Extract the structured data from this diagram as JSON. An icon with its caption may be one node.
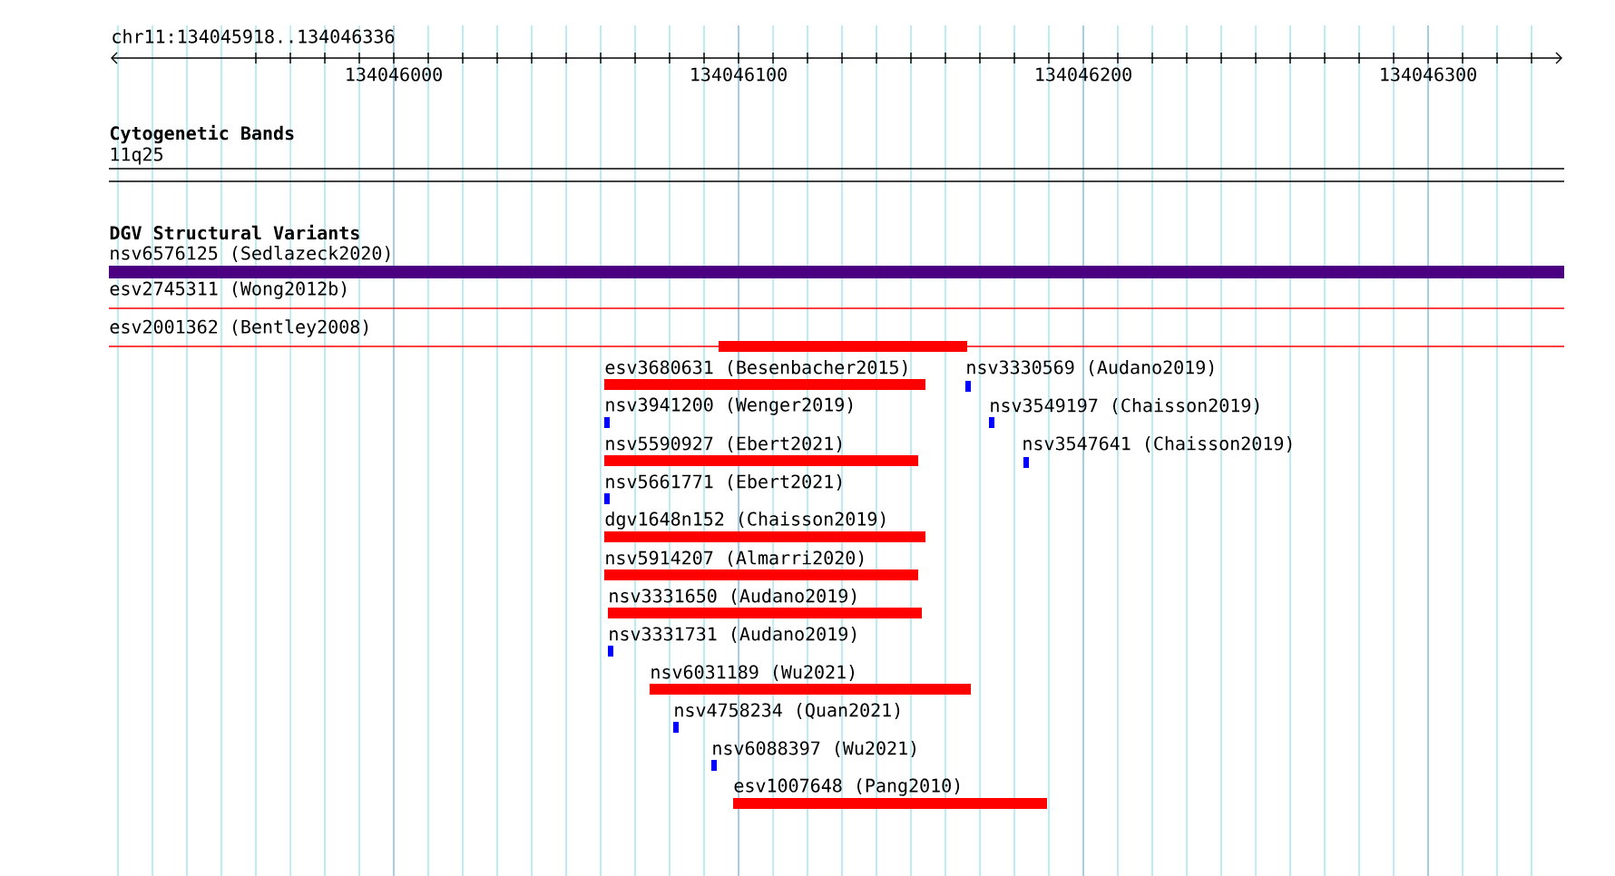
{
  "diagram": {
    "labels": [
      "chr11:134045918..134046336",
      "134046000",
      "134046100",
      "134046200",
      "134046300",
      "Cytogenetic Bands",
      "11q25",
      "DGV Structural Variants",
      "nsv6576125 (Sedlazeck2020)",
      "esv2745311 (Wong2012b)",
      "esv2001362 (Bentley2008)",
      "esv3680631 (Besenbacher2015)",
      "nsv3330569 (Audano2019)",
      "nsv3941200 (Wenger2019)",
      "nsv3549197 (Chaisson2019)",
      "nsv5590927 (Ebert2021)",
      "nsv3547641 (Chaisson2019)",
      "nsv5661771 (Ebert2021)",
      "dgv1648n152 (Chaisson2019)",
      "nsv5914207 (Almarri2020)",
      "nsv3331650 (Audano2019)",
      "nsv3331731 (Audano2019)",
      "nsv6031189 (Wu2021)",
      "nsv4758234 (Quan2021)",
      "nsv6088397 (Wu2021)",
      "esv1007648 (Pang2010)"
    ]
  }
}
